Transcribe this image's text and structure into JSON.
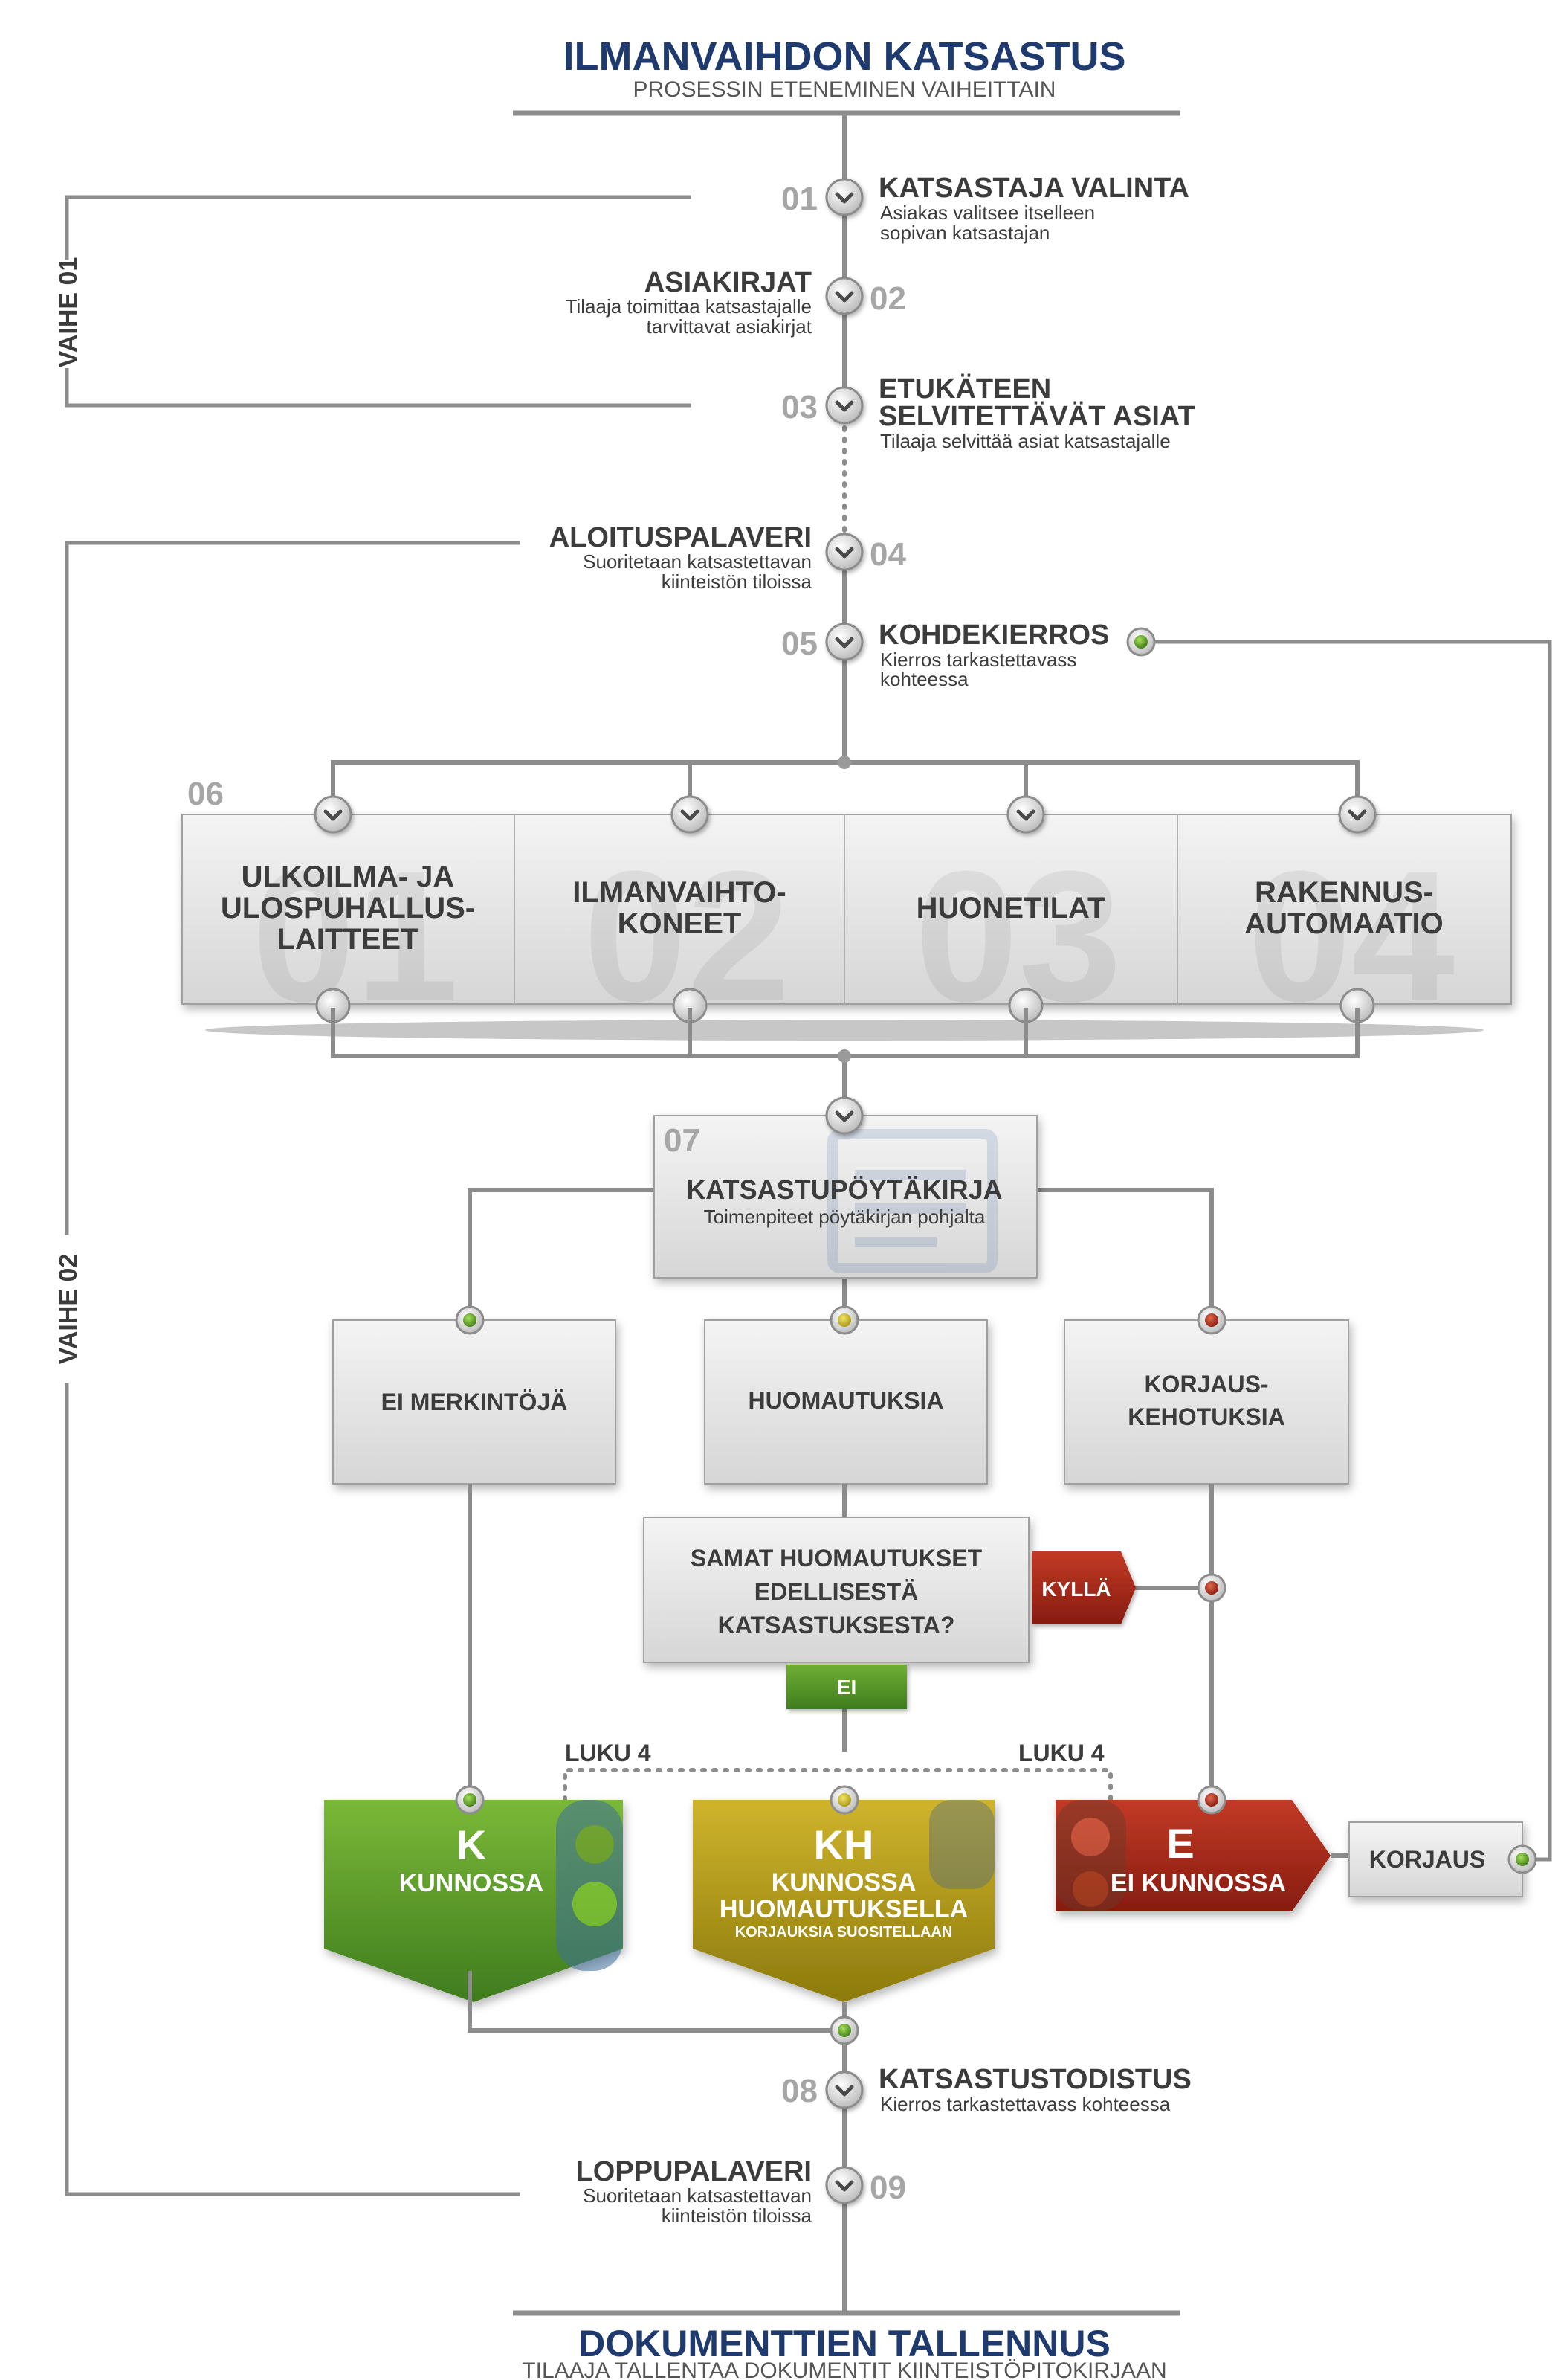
{
  "header": {
    "title": "ILMANVAIHDON KATSASTUS",
    "subtitle": "PROSESSIN ETENEMINEN VAIHEITTAIN"
  },
  "footer": {
    "title": "DOKUMENTTIEN TALLENNUS",
    "subtitle": "TILAAJA TALLENTAA DOKUMENTIT KIINTEISTÖPITOKIRJAAN"
  },
  "phases": {
    "phase1": "VAIHE 01",
    "phase2": "VAIHE 02"
  },
  "steps": [
    {
      "num": "01",
      "title": "KATSASTAJA  VALINTA",
      "title2": "",
      "desc1": "Asiakas valitsee itselleen",
      "desc2": "sopivan katsastajan"
    },
    {
      "num": "02",
      "title": "ASIAKIRJAT",
      "title2": "",
      "desc1": "Tilaaja toimittaa katsastajalle",
      "desc2": "tarvittavat asiakirjat"
    },
    {
      "num": "03",
      "title": "ETUKÄTEEN",
      "title2": "SELVITETTÄVÄT ASIAT",
      "desc1": "Tilaaja selvittää asiat katsastajalle",
      "desc2": ""
    },
    {
      "num": "04",
      "title": "ALOITUSPALAVERI",
      "title2": "",
      "desc1": "Suoritetaan katsastettavan",
      "desc2": "kiinteistön tiloissa"
    },
    {
      "num": "05",
      "title": "KOHDEKIERROS",
      "title2": "",
      "desc1": "Kierros tarkastettavass",
      "desc2": "kohteessa"
    },
    {
      "num": "08",
      "title": "KATSASTUSTODISTUS",
      "title2": "",
      "desc1": "Kierros tarkastettavass kohteessa",
      "desc2": ""
    },
    {
      "num": "09",
      "title": "LOPPUPALAVERI",
      "title2": "",
      "desc1": "Suoritetaan katsastettavan",
      "desc2": "kiinteistön tiloissa"
    }
  ],
  "inspection": {
    "num": "06",
    "areas": [
      {
        "index": "01",
        "line1": "ULKOILMA- JA",
        "line2": "ULOSPUHALLUS-",
        "line3": "LAITTEET"
      },
      {
        "index": "02",
        "line1": "ILMANVAIHTO-",
        "line2": "KONEET",
        "line3": ""
      },
      {
        "index": "03",
        "line1": "HUONETILAT",
        "line2": "",
        "line3": ""
      },
      {
        "index": "04",
        "line1": "RAKENNUS-",
        "line2": "AUTOMAATIO",
        "line3": ""
      }
    ]
  },
  "report": {
    "num": "07",
    "title": "KATSASTUPÖYTÄKIRJA",
    "desc": "Toimenpiteet pöytäkirjan pohjalta"
  },
  "findings": {
    "none": "EI MERKINTÖJÄ",
    "remarks": "HUOMAUTUKSIA",
    "repairs1": "KORJAUS-",
    "repairs2": "KEHOTUKSIA"
  },
  "question": {
    "line1": "SAMAT HUOMAUTUKSET",
    "line2": "EDELLISESTÄ",
    "line3": "KATSASTUKSESTA?",
    "yes": "KYLLÄ",
    "no": "EI"
  },
  "chapter_links": {
    "left": "LUKU 4",
    "right": "LUKU 4"
  },
  "results": [
    {
      "code": "K",
      "line1": "KUNNOSSA",
      "line2": "",
      "note": ""
    },
    {
      "code": "KH",
      "line1": "KUNNOSSA",
      "line2": "HUOMAUTUKSELLA",
      "note": "KORJAUKSIA SUOSITELLAAN"
    },
    {
      "code": "E",
      "line1": "EI KUNNOSSA",
      "line2": "",
      "note": ""
    }
  ],
  "repair": {
    "label": "KORJAUS"
  },
  "colors": {
    "line": "#8c8c8c",
    "title_blue": "#1f3a6e",
    "step_num": "#a6a6a6",
    "text_dark": "#3c3c3c",
    "green": "#5e9e2e",
    "yellow": "#b29a12",
    "red": "#a4271a",
    "box_gray": "#e2e2e2"
  }
}
